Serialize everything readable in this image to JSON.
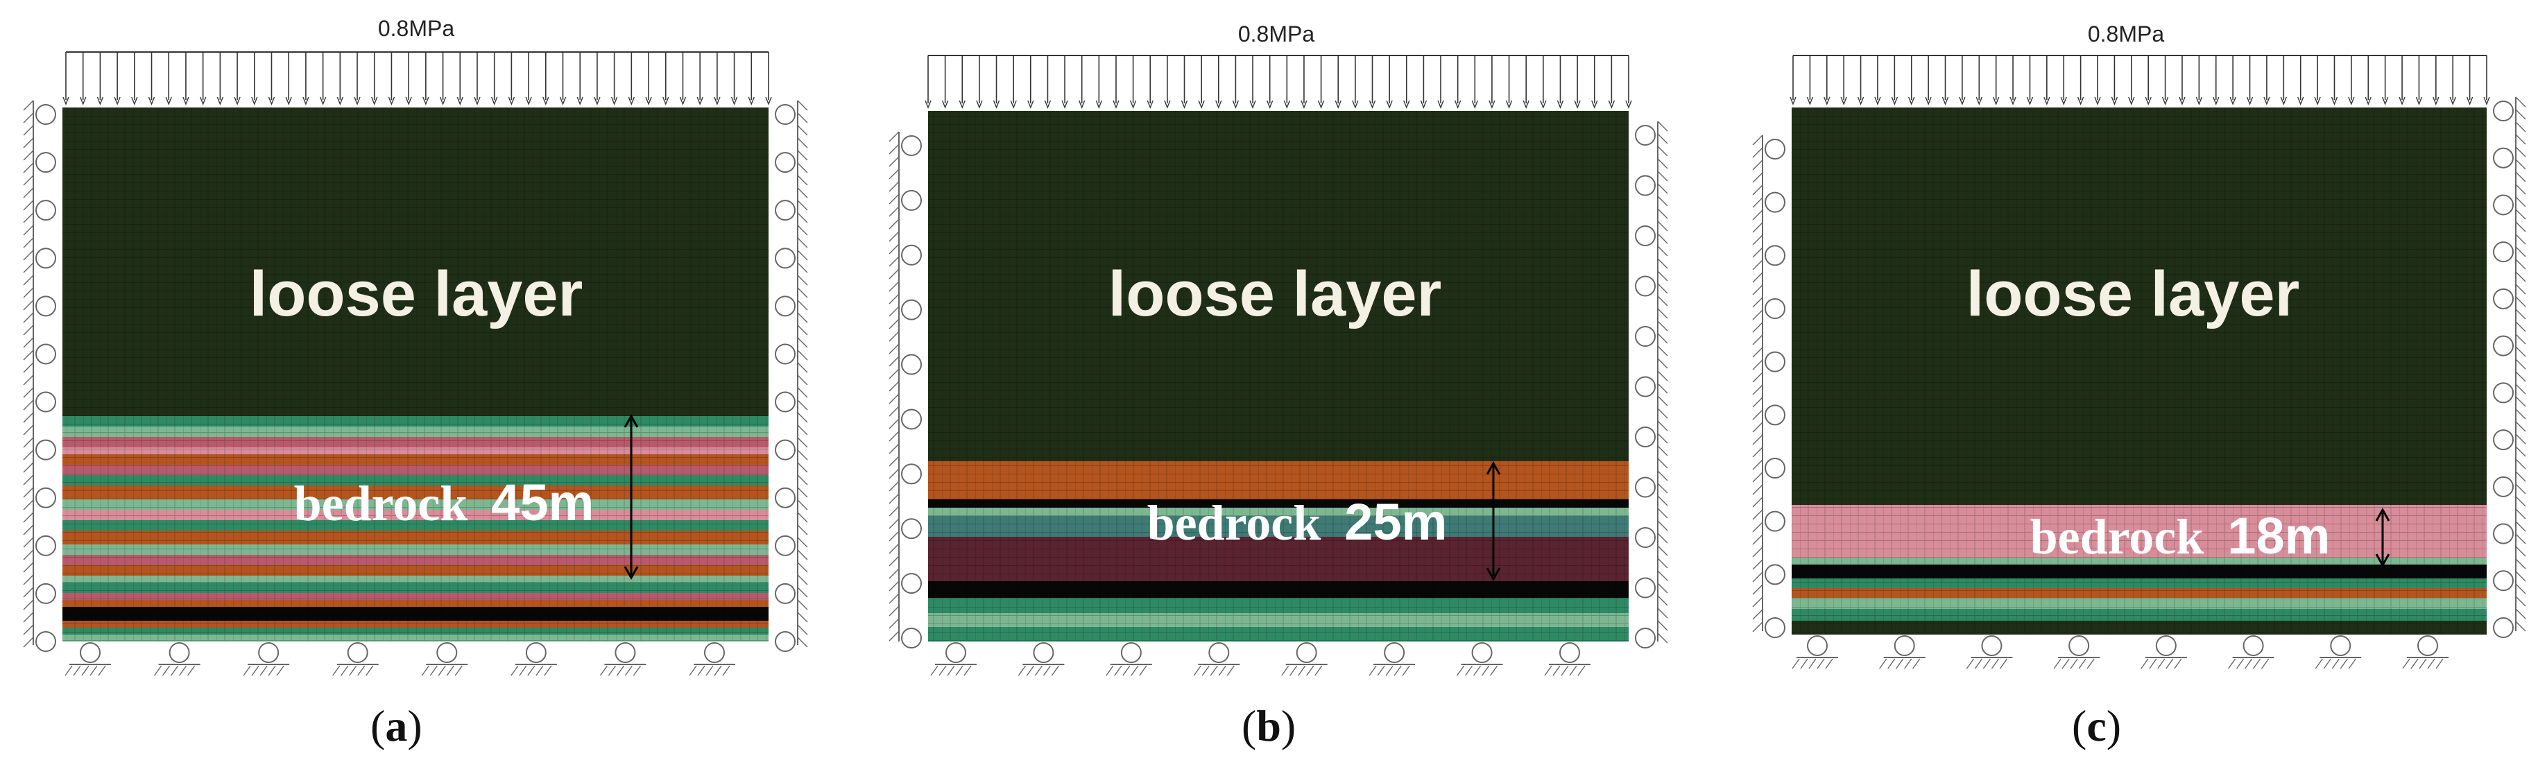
{
  "panels": [
    {
      "pressure_label": "0.8MPa",
      "loose_label": "loose layer",
      "bedrock_word": "bedrock",
      "bedrock_thickness": "45m",
      "caption_open": "(",
      "caption_letter": "a",
      "caption_close": ")"
    },
    {
      "pressure_label": "0.8MPa",
      "loose_label": "loose layer",
      "bedrock_word": "bedrock",
      "bedrock_thickness": "25m",
      "caption_open": "(",
      "caption_letter": "b",
      "caption_close": ")"
    },
    {
      "pressure_label": "0.8MPa",
      "loose_label": "loose layer",
      "bedrock_word": "bedrock",
      "bedrock_thickness": "18m",
      "caption_open": "(",
      "caption_letter": "c",
      "caption_close": ")"
    }
  ],
  "colors": {
    "loose": "#1f2e17",
    "orange": "#b4541e",
    "green": "#2e8a63",
    "lightgreen": "#7cb792",
    "pink": "#b85a6c",
    "lightpink": "#d88d9a",
    "maroon": "#5a2330",
    "teal": "#3f7a74",
    "black": "#070707",
    "support": "#666666"
  }
}
